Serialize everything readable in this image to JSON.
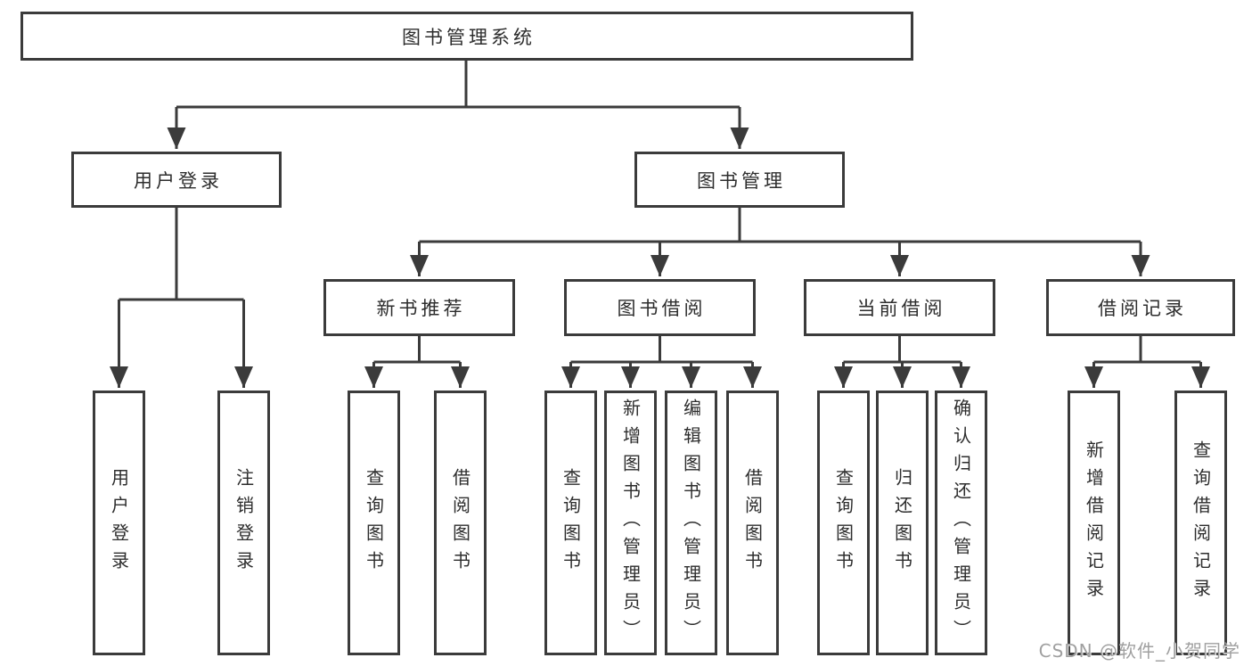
{
  "diagram": {
    "tree": {
      "root": {
        "label": "图书管理系统"
      },
      "children": [
        {
          "label": "用户登录",
          "children": [
            {
              "label": "用户登录"
            },
            {
              "label": "注销登录"
            }
          ]
        },
        {
          "label": "图书管理",
          "children": [
            {
              "label": "新书推荐",
              "children": [
                {
                  "label": "查询图书"
                },
                {
                  "label": "借阅图书"
                }
              ]
            },
            {
              "label": "图书借阅",
              "children": [
                {
                  "label": "查询图书"
                },
                {
                  "label": "新增图书（管理员）"
                },
                {
                  "label": "编辑图书（管理员）"
                },
                {
                  "label": "借阅图书"
                }
              ]
            },
            {
              "label": "当前借阅",
              "children": [
                {
                  "label": "查询图书"
                },
                {
                  "label": "归还图书"
                },
                {
                  "label": "确认归还（管理员）"
                }
              ]
            },
            {
              "label": "借阅记录",
              "children": [
                {
                  "label": "新增借阅记录"
                },
                {
                  "label": "查询借阅记录"
                }
              ]
            }
          ]
        }
      ]
    },
    "watermark": "CSDN @软件_小贺同学",
    "colors": {
      "line": "#3b3b3b",
      "box_border": "#3b3b3b",
      "text": "#2d2d2d",
      "watermark": "#a0a0a0",
      "background": "#ffffff"
    }
  }
}
